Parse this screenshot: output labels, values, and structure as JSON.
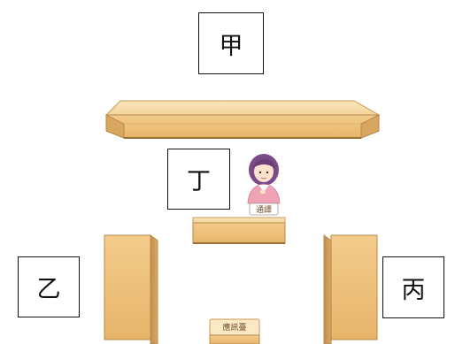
{
  "labels": {
    "jia": "甲",
    "ding": "丁",
    "yi": "乙",
    "bing": "丙"
  },
  "signs": {
    "interpreter": "通譯",
    "witness_stand": "應訊臺"
  },
  "colors": {
    "wood_top": "#f7d9a3",
    "wood_front": "#eec27e",
    "wood_side": "#c99a55",
    "wood_edge": "#b9884a",
    "sign_bg": "#fbe8c4"
  },
  "icons": {
    "interpreter": "woman-interpreter-icon"
  }
}
